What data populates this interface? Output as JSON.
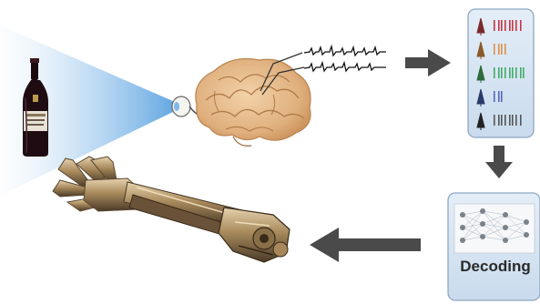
{
  "decoding_panel": {
    "label": "Decoding"
  },
  "raster_panel": {
    "rows": [
      {
        "neuron_color": "#7a2a2a",
        "spike_color": "#cc3344",
        "spikes": 8
      },
      {
        "neuron_color": "#8a5a2a",
        "spike_color": "#e0904a",
        "spikes": 4
      },
      {
        "neuron_color": "#2e6a3a",
        "spike_color": "#44aa66",
        "spikes": 9
      },
      {
        "neuron_color": "#2a3a6a",
        "spike_color": "#5566bb",
        "spikes": 3
      },
      {
        "neuron_color": "#222222",
        "spike_color": "#555555",
        "spikes": 8
      }
    ]
  },
  "colors": {
    "arrow": "#4a4a4a",
    "panel_fill": "#d9e6f2",
    "panel_border": "#8fa8c2",
    "light_cone": "#7fb6e6"
  },
  "icons": [
    "wine-bottle-icon",
    "eye-icon",
    "brain-icon",
    "robotic-arm-icon",
    "neural-network-icon"
  ]
}
